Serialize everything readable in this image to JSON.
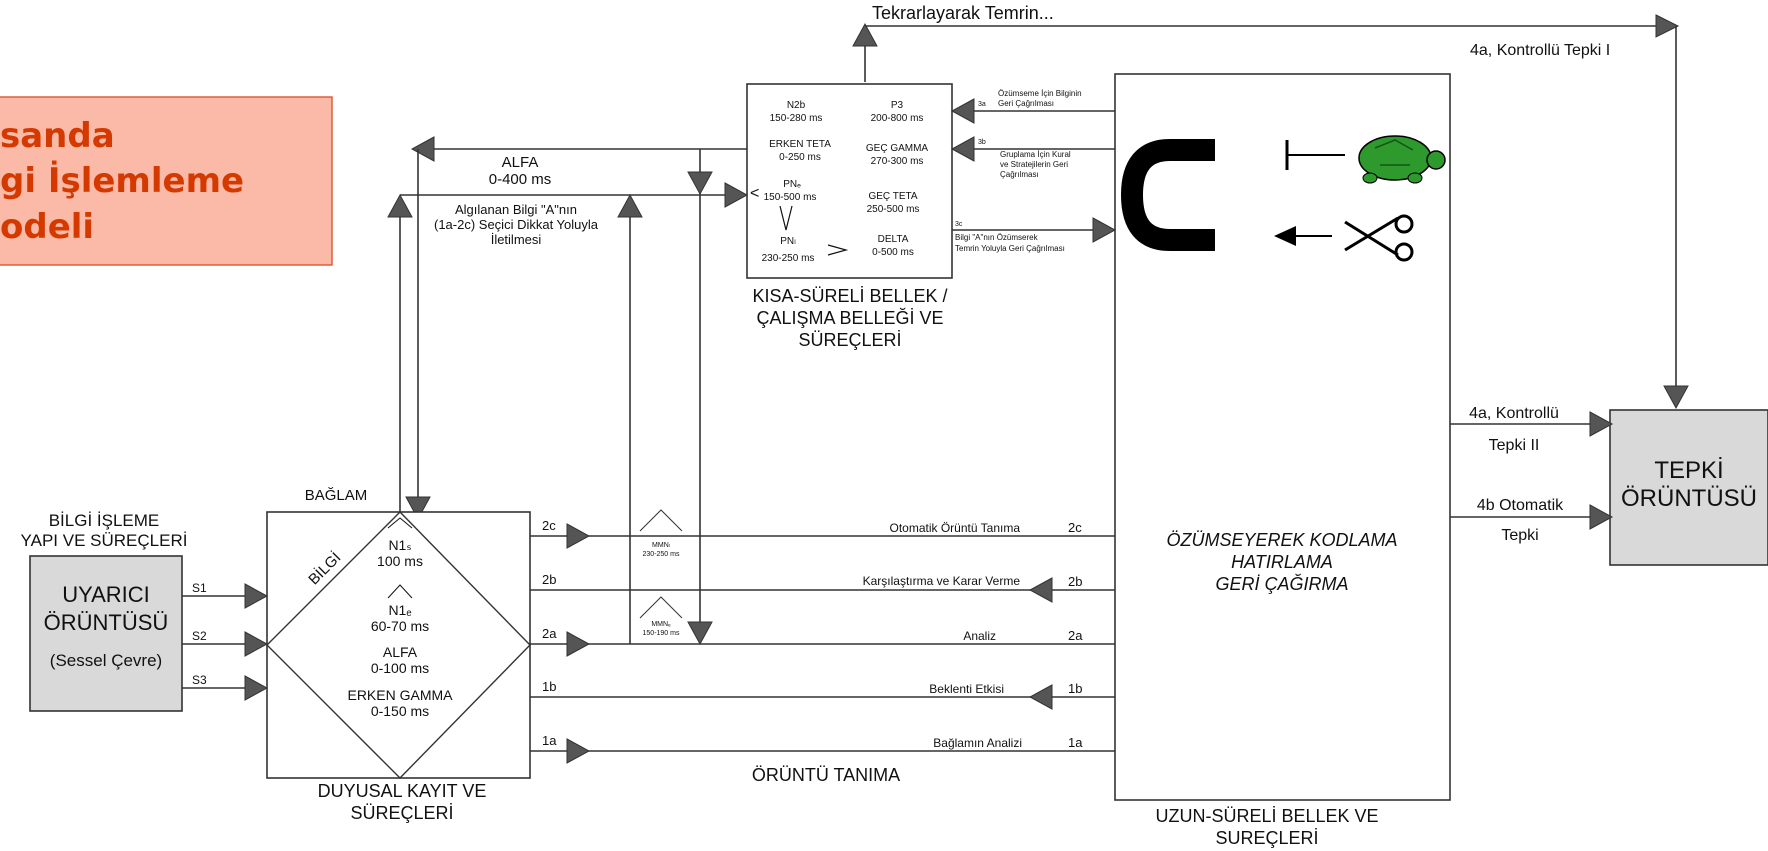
{
  "title_lines": [
    "sanda",
    "gi İşlemleme",
    "odeli"
  ],
  "arrow_top_label": "Tekrarlayarak Temrin...",
  "controlled_response_1": "4a, Kontrollü Tepki  I",
  "controlled_response_2_a": "4a, Kontrollü",
  "controlled_response_2_b": "Tepki  II",
  "automatic_response_a": "4b Otomatik",
  "automatic_response_b": "Tepki",
  "response_pattern": [
    "TEPKİ",
    "ÖRÜNTÜSÜ"
  ],
  "stm_box": {
    "n2b": [
      "N2b",
      "150-280 ms"
    ],
    "p3": [
      "P3",
      "200-800 ms"
    ],
    "early_theta": [
      "ERKEN TETA",
      "0-250 ms"
    ],
    "late_gamma": [
      "GEÇ GAMMA",
      "270-300 ms"
    ],
    "pn_e": [
      "PNₑ",
      "150-500 ms"
    ],
    "late_theta": [
      "GEÇ TETA",
      "250-500 ms"
    ],
    "pn_l": [
      "PNₗ",
      "230-250 ms"
    ],
    "delta": [
      "DELTA",
      "0-500 ms"
    ]
  },
  "stm_label": [
    "KISA-SÜRELİ BELLEK /",
    "ÇALIŞMA BELLEĞİ VE",
    "SÜREÇLERİ"
  ],
  "stm_inputs": {
    "in_3a": [
      "Özümseme İçin Bilginin",
      "Geri Çağrılması"
    ],
    "tag_3a": "3a",
    "in_3b": [
      "Gruplama İçin Kural",
      "ve Stratejilerin Geri",
      "Çağrılması"
    ],
    "tag_3b": "3b",
    "in_3c": [
      "Bilgi \"A\"nın Özümserek",
      "Temrin Yoluyla Geri Çağrılması"
    ],
    "tag_3c": "3c"
  },
  "alfa_top": [
    "ALFA",
    "0-400 ms"
  ],
  "selective_attention": [
    "Algılanan Bilgi \"A\"nın",
    "(1a-2c) Seçici Dikkat Yoluyla",
    "İletilmesi"
  ],
  "context_label": "BAĞLAM",
  "info_label": "BİLGİ",
  "structure_label": [
    "BİLGİ İŞLEME",
    "YAPI VE SÜREÇLERİ"
  ],
  "stimulus_pattern": [
    "UYARICI",
    "ÖRÜNTÜSÜ",
    "(Sessel Çevre)"
  ],
  "stimuli": [
    "S1",
    "S2",
    "S3"
  ],
  "diamond": {
    "n1s": [
      "N1ₛ",
      "100 ms"
    ],
    "n1e": [
      "N1ₑ",
      "60-70 ms"
    ],
    "alfa": [
      "ALFA",
      "0-100 ms"
    ],
    "early_gamma": [
      "ERKEN GAMMA",
      "0-150 ms"
    ]
  },
  "sensory_label": [
    "DUYUSAL KAYIT VE",
    "SÜREÇLERİ"
  ],
  "mmn_top": [
    "MMNₗ",
    "230-250 ms"
  ],
  "mmn_bottom": [
    "MMNₑ",
    "150-190 ms"
  ],
  "channels": [
    {
      "tag": "2c",
      "text": "Otomatik Örüntü Tanıma"
    },
    {
      "tag": "2b",
      "text": "Karşılaştırma ve Karar Verme"
    },
    {
      "tag": "2a",
      "text": "Analiz"
    },
    {
      "tag": "1b",
      "text": "Beklenti Etkisi"
    },
    {
      "tag": "1a",
      "text": "Bağlamın Analizi"
    }
  ],
  "pattern_recognition": "ÖRÜNTÜ TANIMA",
  "ltm_center": [
    "ÖZÜMSEYEREK KODLAMA",
    "HATIRLAMA",
    "GERİ ÇAĞIRMA"
  ],
  "ltm_label": [
    "UZUN-SÜRELİ BELLEK VE",
    "SUREÇLERİ"
  ],
  "icons": [
    "horseshoe-icon",
    "turtle-icon",
    "scissors-icon"
  ],
  "colors": {
    "title_bg": "#fbb9a8",
    "title_text": "#d43a00",
    "box_grey": "#d9d9d9",
    "turtle": "#2e9a2e"
  }
}
